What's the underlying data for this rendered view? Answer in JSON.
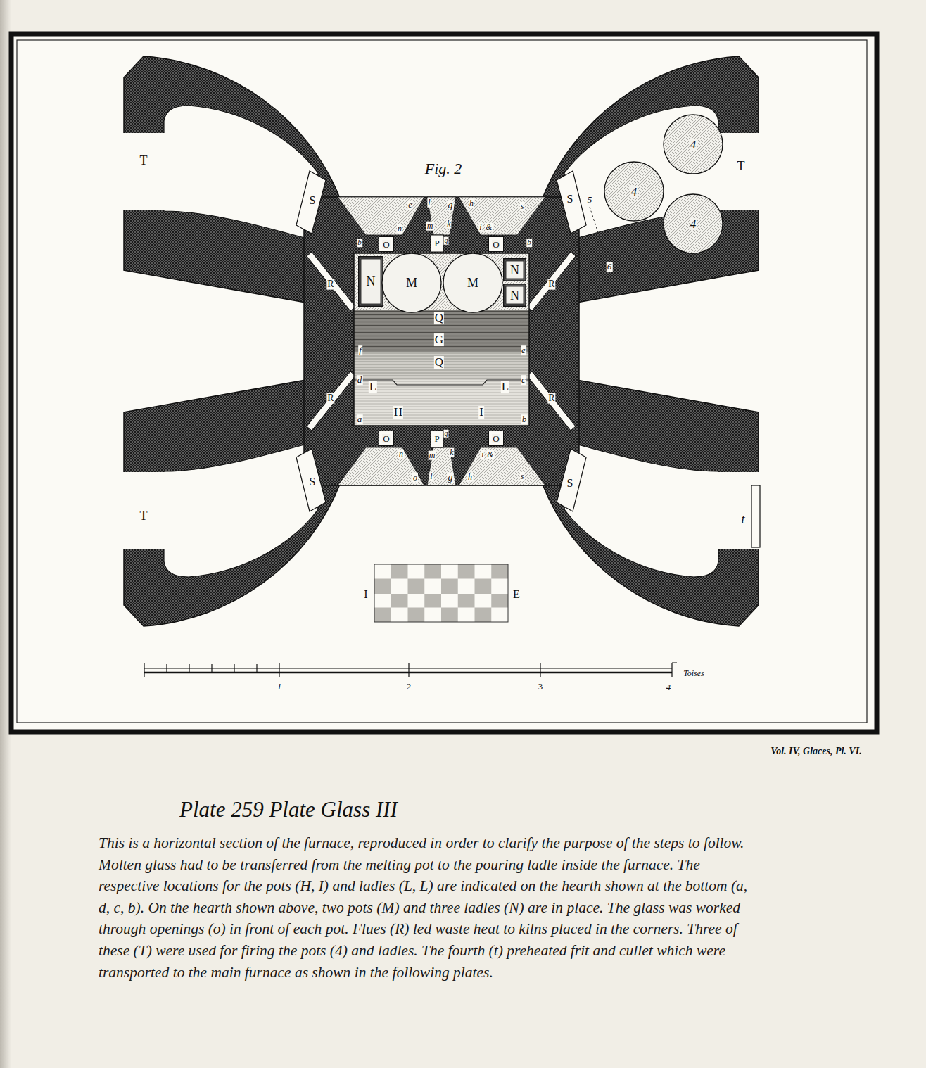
{
  "diagram": {
    "title": "Plate 259 Plate Glass III",
    "caption": "This is a horizontal section of the furnace, reproduced in order to clarify the purpose of the steps to follow. Molten glass had to be transferred from the melting pot to the pouring ladle inside the furnace. The respective locations for the pots (H, I) and ladles (L, L) are indicated on the hearth shown at the bottom (a, d, c, b). On the hearth shown above, two pots (M) and three ladles (N) are in place. The glass was worked through openings (o) in front of each pot. Flues (R) led waste heat to kilns placed in the corners. Three of these (T) were used for firing the pots (4) and ladles. The fourth (t) preheated frit and cullet which were transported to the main furnace as shown in the following plates.",
    "nodes": [
      {
        "text": [
          "4"
        ]
      },
      {
        "text": [
          "4"
        ]
      },
      {
        "text": [
          "4"
        ]
      },
      {
        "text": [
          "O"
        ]
      },
      {
        "text": [
          "O"
        ]
      },
      {
        "text": [
          "N"
        ]
      },
      {
        "text": [
          "M"
        ]
      },
      {
        "text": [
          "M"
        ]
      },
      {
        "text": [
          "N"
        ]
      },
      {
        "text": [
          "N"
        ]
      },
      {
        "text": [
          "O"
        ]
      },
      {
        "text": [
          "O"
        ]
      }
    ],
    "labels": [
      "Fig. 2",
      "T",
      "T",
      "T",
      "t",
      "S",
      "S",
      "S",
      "S",
      "R",
      "R",
      "R",
      "R",
      "5",
      "6",
      "e",
      "l",
      "g",
      "h",
      "s",
      "n",
      "m",
      "k",
      "i",
      "&",
      "P",
      "q",
      "b",
      "b",
      "Q",
      "G",
      "Q",
      "f",
      "e",
      "d",
      "L",
      "L",
      "c",
      "H",
      "I",
      "a",
      "b",
      "P",
      "q",
      "n",
      "m",
      "k",
      "i",
      "&",
      "o",
      "l",
      "g",
      "h",
      "s",
      "I",
      "E",
      "1",
      "2",
      "3",
      "4",
      "Toises",
      "Vol. IV, Glaces, Pl. VI."
    ]
  }
}
